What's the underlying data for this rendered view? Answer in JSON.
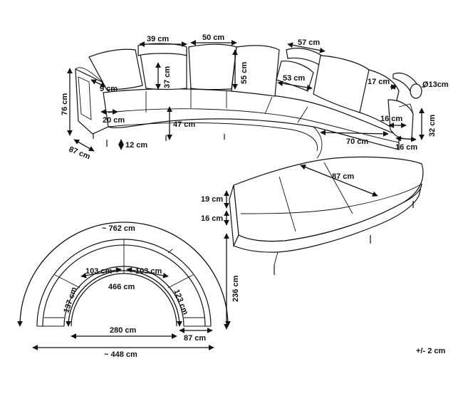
{
  "diagram": {
    "labels": {
      "cushion_width_a": "39 cm",
      "cushion_width_b": "50 cm",
      "cushion_width_c": "57 cm",
      "cushion_height_a": "37 cm",
      "cushion_height_b": "55 cm",
      "cushion_depth": "53 cm",
      "bolster_len": "17 cm",
      "bolster_dia": "Ø13cm",
      "arm_width": "9 cm",
      "arm_depth": "20 cm",
      "total_height": "76 cm",
      "seat_height": "47 cm",
      "leg_height": "12 cm",
      "depth": "87 cm",
      "seat_depth": "70 cm",
      "end_width_a": "16 cm",
      "end_width_b": "16 cm",
      "end_height": "32 cm",
      "chaise_length": "87 cm",
      "chaise_cushion_h": "19 cm",
      "chaise_base_h": "16 cm",
      "overall_depth": "236 cm",
      "outer_arc": "~ 762 cm",
      "seg_left": "103 cm",
      "seg_right": "103 cm",
      "inner_arc": "466 cm",
      "side_left": "137 cm",
      "side_right": "123 cm",
      "inner_width": "280 cm",
      "chaise_depth_plan": "87 cm",
      "overall_width": "~ 448 cm",
      "tolerance": "+/- 2 cm"
    }
  }
}
